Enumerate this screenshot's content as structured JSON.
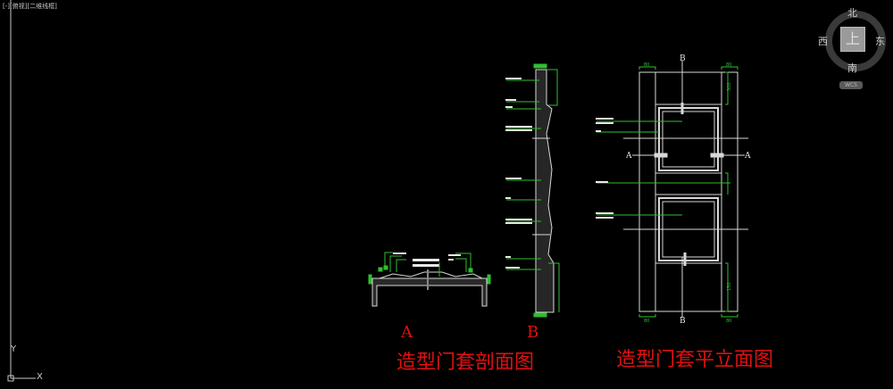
{
  "viewport": {
    "label": "[-][俯视][二维线框]"
  },
  "viewcube": {
    "north": "北",
    "south": "南",
    "west": "西",
    "east": "东",
    "face": "上",
    "wcs_label": "WCS"
  },
  "ucs": {
    "x_label": "X",
    "y_label": "Y"
  },
  "drawing": {
    "section_markers": {
      "a": "A",
      "b": "B"
    },
    "section_title": "造型门套剖面图",
    "plan_title": "造型门套平立面图",
    "plan_markers": {
      "top": "B",
      "bottom": "B",
      "left": "A",
      "right": "A"
    },
    "dimensions": {
      "top_left": "80",
      "top_right": "80",
      "bottom_left": "80",
      "bottom_right": "80",
      "upper_side": "300",
      "lower_side": "150"
    },
    "colors": {
      "background": "#000000",
      "lines": "#d8d8d8",
      "dimensions": "#2fbf2f",
      "titles": "#e01010"
    }
  }
}
